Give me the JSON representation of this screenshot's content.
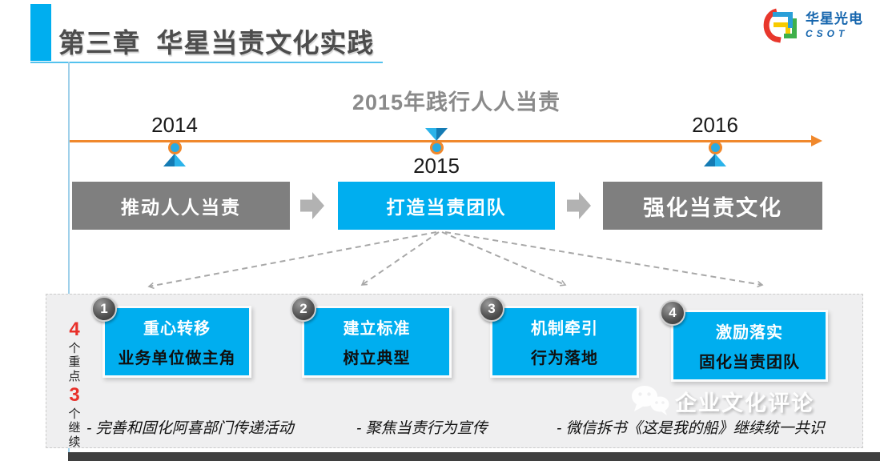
{
  "header": {
    "title": "第三章  华星当责文化实践",
    "logo_text": "华星光电",
    "logo_sub": "CSOT"
  },
  "timeline": {
    "title": "2015年践行人人当责",
    "years": [
      "2014",
      "2015",
      "2016"
    ]
  },
  "stages": [
    "推动人人当责",
    "打造当责团队",
    "强化当责文化"
  ],
  "panel": {
    "group_labels": [
      {
        "number": "4",
        "text": "个重点"
      },
      {
        "number": "3",
        "text": "个继续"
      }
    ],
    "points": [
      {
        "num": "1",
        "line1": "重心转移",
        "line2": "业务单位做主角"
      },
      {
        "num": "2",
        "line1": "建立标准",
        "line2": "树立典型"
      },
      {
        "num": "3",
        "line1": "机制牵引",
        "line2": "行为落地"
      },
      {
        "num": "4",
        "line1": "激励落实",
        "line2": "固化当责团队"
      }
    ],
    "continues": [
      "- 完善和固化阿喜部门传递活动",
      "- 聚焦当责行为宣传",
      "- 微信拆书《这是我的船》继续统一共识"
    ]
  },
  "watermark": {
    "text": "企业文化评论",
    "icon": "wechat-icon"
  },
  "colors": {
    "cyan": "#00AEEF",
    "orange": "#F0882C",
    "stage_gray": "#7F7F7F",
    "red_accent": "#E8302A",
    "logo_blue": "#1565AD",
    "panel_bg": "#EFEFF0",
    "bottom_bar": "#3F3F3F",
    "title_gray": "#4D4D4D"
  }
}
